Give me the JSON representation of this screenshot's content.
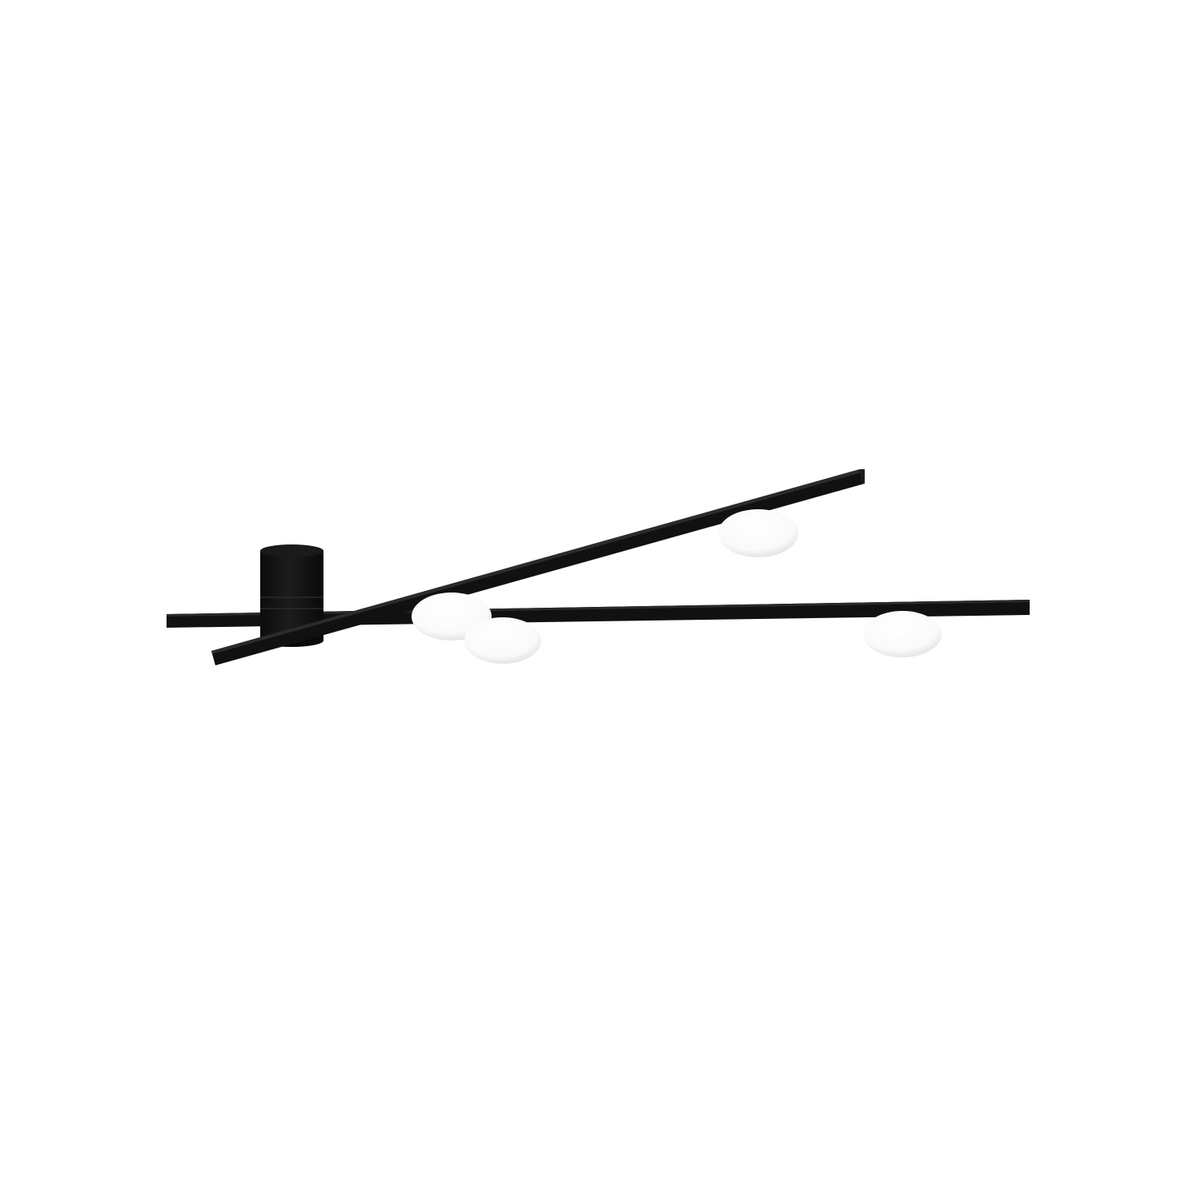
{
  "scene": {
    "subject": "ceiling-light-fixture",
    "background_color": "#ffffff",
    "metal_color": "#111111",
    "metal_highlight_color": "#2a2a2a",
    "shade_color": "#ffffff",
    "shade_shadow_color": "#dcdcdc",
    "arms": 2,
    "light_shades": 4
  }
}
